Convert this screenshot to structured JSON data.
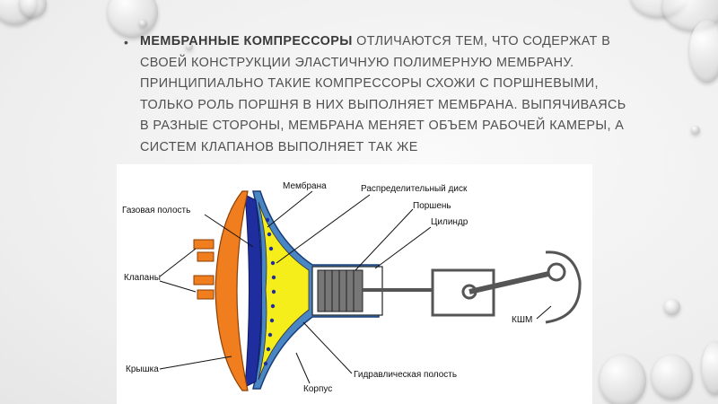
{
  "slide": {
    "bullet": {
      "symbol": "•",
      "strong": "Мембранные компрессоры",
      "text": " отличаются тем, что содержат в своей конструкции эластичную полимерную мембрану. Принципиально такие компрессоры схожи с поршневыми, только роль поршня в них выполняет мембрана. Выпячиваясь в разные стороны, мембрана меняет объем рабочей камеры, а систем клапанов выполняет так же"
    }
  },
  "diagram": {
    "labels": {
      "gas_cavity": "Газовая полость",
      "membrane": "Мембрана",
      "distribution_disk": "Распределительный диск",
      "piston": "Поршень",
      "cylinder": "Цилиндр",
      "valves": "Клапаны",
      "cover": "Крышка",
      "housing": "Корпус",
      "hydraulic_cavity": "Гидравлическая полость",
      "crank": "КШМ"
    }
  },
  "colors": {
    "cover_orange": "#f07e1e",
    "membrane_blue": "#1f2e9e",
    "fluid_yellow": "#f5ee1a",
    "body_blue": "#4a86c4"
  }
}
